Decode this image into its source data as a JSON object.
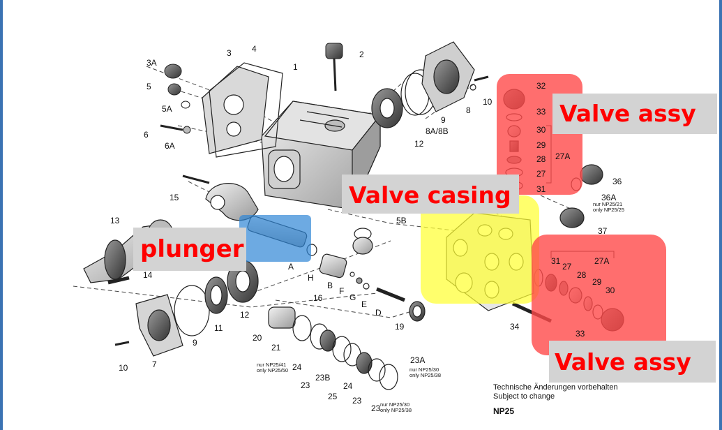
{
  "callouts": {
    "valve_assy_top": "Valve assy",
    "valve_casing": "Valve casing",
    "plunger": "plunger",
    "valve_assy_bottom": "Valve assy"
  },
  "footnote": {
    "line1": "Technische Änderungen vorbehalten",
    "line2": "Subject to change",
    "model": "NP25"
  },
  "parts": {
    "p1": "1",
    "p2": "2",
    "p3": "3",
    "p3a": "3A",
    "p4": "4",
    "p5": "5",
    "p5a": "5A",
    "p5b": "5B",
    "p6": "6",
    "p6a": "6A",
    "p7": "7",
    "p8": "8",
    "p8a8b": "8A/8B",
    "p9_top": "9",
    "p9_bottom": "9",
    "p10_top": "10",
    "p10_bottom": "10",
    "p11": "11",
    "p12_top": "12",
    "p12_bottom": "12",
    "p13": "13",
    "p14": "14",
    "p15": "15",
    "p16": "16",
    "p19": "19",
    "p20": "20",
    "p21": "21",
    "p23a": "23A",
    "p23b": "23B",
    "p24a": "24",
    "p24b": "24",
    "p25": "25",
    "p23_1": "23",
    "p23_2": "23",
    "p23_3": "23",
    "pA": "A",
    "pB": "B",
    "pD": "D",
    "pE": "E",
    "pF": "F",
    "pG": "G",
    "pH": "H",
    "top_32": "32",
    "top_33": "33",
    "top_30": "30",
    "top_29": "29",
    "top_28": "28",
    "top_27": "27",
    "top_31": "31",
    "top_27a": "27A",
    "p36": "36",
    "p36a": "36A",
    "p37": "37",
    "bot_31": "31",
    "bot_27": "27",
    "bot_28": "28",
    "bot_29": "29",
    "bot_30": "30",
    "bot_33": "33",
    "bot_27a": "27A",
    "p34": "34"
  },
  "notes": {
    "n36a_1": "nur   NP25/21",
    "n36a_2": "only NP25/25",
    "n24_1": "nur  NP25/41",
    "n24_2": "only NP25/50",
    "n23a_1": "nur   NP25/30",
    "n23a_2": "only  NP25/38",
    "n23b_1": "nur   NP25/30",
    "n23b_2": "only  NP25/38"
  },
  "colors": {
    "frame": "#3b73b3",
    "valve_assy_highlight": "#ff4a4a",
    "valve_casing_highlight": "#ffff33",
    "plunger_highlight": "#2f86d6",
    "callout_text": "#ff0000",
    "callout_bg": "#d3d3d3"
  }
}
